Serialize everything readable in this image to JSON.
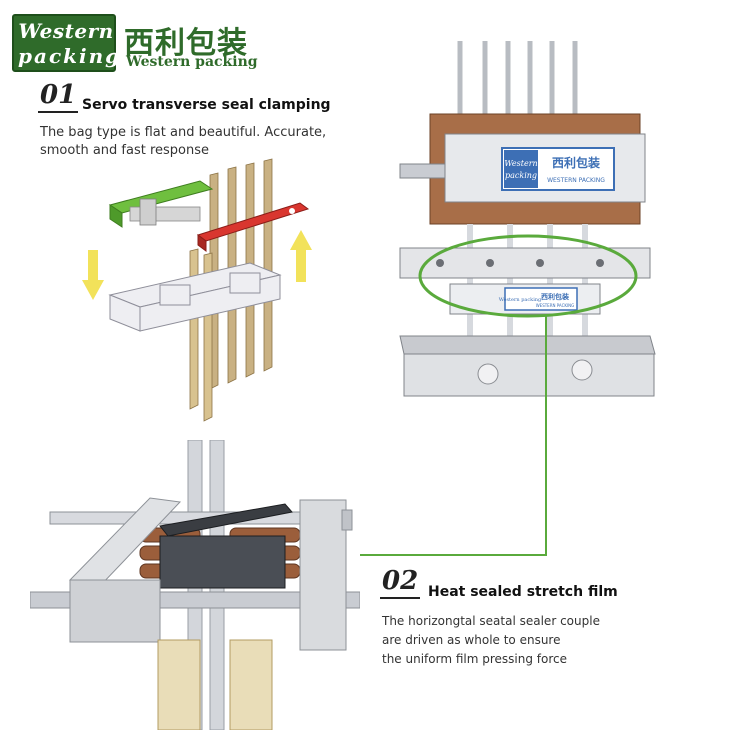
{
  "brand": {
    "logo_line1": "Western",
    "logo_line2": "packing",
    "chinese_name": "西利包装",
    "english_name": "Western packing",
    "color": "#2f6b2a"
  },
  "machine_panel": {
    "plate_line1": "Western",
    "plate_line2": "packing",
    "plate_cn": "西利包装",
    "plate_en": "WESTERN PACKING",
    "small_plate_left": "Western packing",
    "small_plate_cn": "西利包装",
    "small_plate_en": "WESTERN PACKING"
  },
  "section1": {
    "number": "01",
    "title": "Servo transverse seal clamping",
    "desc_line1": "The bag type is flat and beautiful. Accurate,",
    "desc_line2": "smooth and fast response",
    "arrow_color": "#f2e25a"
  },
  "section2": {
    "number": "02",
    "title": "Heat sealed stretch film",
    "desc_line1": "The horizongtal seatal sealer couple",
    "desc_line2": "are driven as whole to ensure",
    "desc_line3": "the uniform film pressing force",
    "callout_color": "#5aaa3c"
  }
}
